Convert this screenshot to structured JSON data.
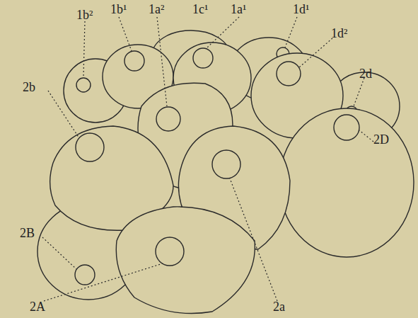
{
  "diagram": {
    "labels": [
      "1b²",
      "1b¹",
      "1a²",
      "1c¹",
      "1a¹",
      "1d¹",
      "1d²",
      "2d",
      "2b",
      "2D",
      "2B",
      "2A",
      "2a"
    ]
  }
}
